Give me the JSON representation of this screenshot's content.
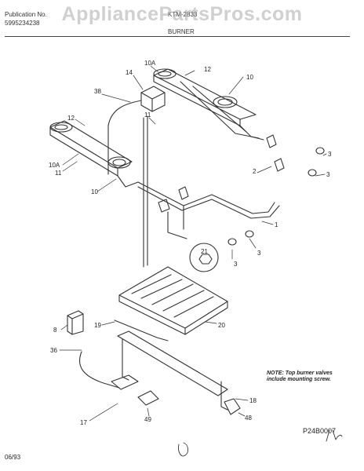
{
  "header": {
    "publication_label": "Publication No.",
    "publication_number": "5995234238",
    "model": "KTM-2833",
    "section": "BURNER"
  },
  "watermark": "AppliancePartsPros.com",
  "callouts": [
    "10A",
    "12",
    "10",
    "14",
    "38",
    "11",
    "12",
    "10A",
    "11",
    "10",
    "3",
    "3",
    "2",
    "1",
    "21",
    "3",
    "3",
    "8",
    "19",
    "20",
    "36",
    "17",
    "49",
    "18",
    "48"
  ],
  "note": {
    "line1": "NOTE: Top burner valves",
    "line2": "include mounting screw."
  },
  "diagram_code": "P24B0007",
  "date": "06/93",
  "colors": {
    "line": "#333333",
    "watermark": "#aaaaaa"
  }
}
